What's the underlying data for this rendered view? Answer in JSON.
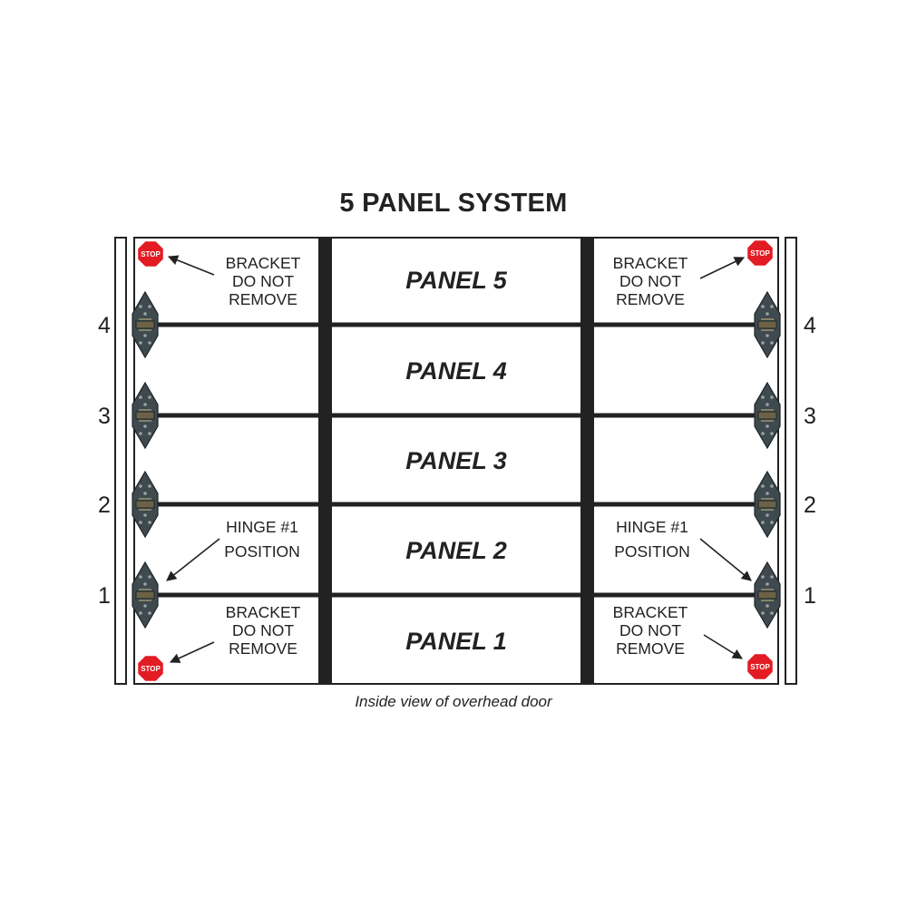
{
  "title": "5 PANEL SYSTEM",
  "caption": "Inside view of overhead door",
  "panels": [
    "PANEL 1",
    "PANEL 2",
    "PANEL 3",
    "PANEL 4",
    "PANEL 5"
  ],
  "hinge_numbers": [
    "1",
    "2",
    "3",
    "4"
  ],
  "notes": {
    "bracket": [
      "BRACKET",
      "DO NOT",
      "REMOVE"
    ],
    "hinge": [
      "HINGE #1",
      "POSITION"
    ]
  },
  "stop_sign_text": "STOP",
  "colors": {
    "stop_red": "#e31b23",
    "hinge_gray": "#3f4a4f",
    "line": "#222222"
  },
  "icons": [
    "stop-sign-icon",
    "hinge-icon",
    "arrow-icon"
  ]
}
